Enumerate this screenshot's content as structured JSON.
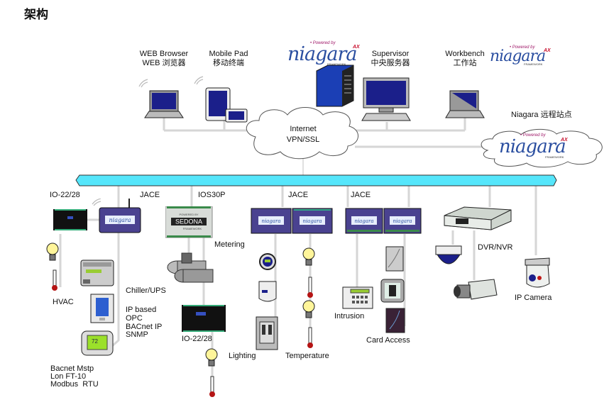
{
  "title": "架构",
  "top_nodes": {
    "web_browser": {
      "line1": "WEB Browser",
      "line2": "WEB 浏览器"
    },
    "mobile_pad": {
      "line1": "Mobile Pad",
      "line2": "移动终端"
    },
    "supervisor": {
      "line1": "Supervisor",
      "line2": "中央服务器"
    },
    "workbench": {
      "line1": "Workbench",
      "line2": "工作站"
    },
    "remote_site": {
      "label": "Niagara 远程站点"
    }
  },
  "cloud": {
    "line1": "Internet",
    "line2": "VPN/SSL"
  },
  "niagara_logo": {
    "powered": "• Powered by",
    "name": "niagara",
    "ax": "AX",
    "framework": "FRAMEWORK"
  },
  "sedona_logo": {
    "powered": "POWERED BY",
    "name": "SEDONA",
    "sub": "FRAMEWORK"
  },
  "field": {
    "io_left": "IO-22/28",
    "jace_1": "JACE",
    "ios30p": "IOS30P",
    "jace_2": "JACE",
    "jace_3": "JACE",
    "metering": "Metering",
    "hvac": "HVAC",
    "chiller_ups": "Chiller/UPS",
    "ip_protocols": [
      "IP based",
      "OPC",
      "BACnet IP",
      "SNMP"
    ],
    "serial_protocols": [
      "Bacnet Mstp",
      "Lon FT-10",
      "Modbus  RTU"
    ],
    "io_bottom": "IO-22/28",
    "lighting": "Lighting",
    "temperature": "Temperature",
    "intrusion": "Intrusion",
    "card_access": "Card Access",
    "dvr_nvr": "DVR/NVR",
    "ip_camera": "IP Camera",
    "thermostat_display": "72"
  },
  "colors": {
    "bus": "#55e6fb",
    "wire": "#d6d6d6",
    "screen": "#1b1f8a",
    "jace": "#4a4290",
    "niagara_blue": "#2a4ea0",
    "powered_by": "#a01a6a"
  }
}
